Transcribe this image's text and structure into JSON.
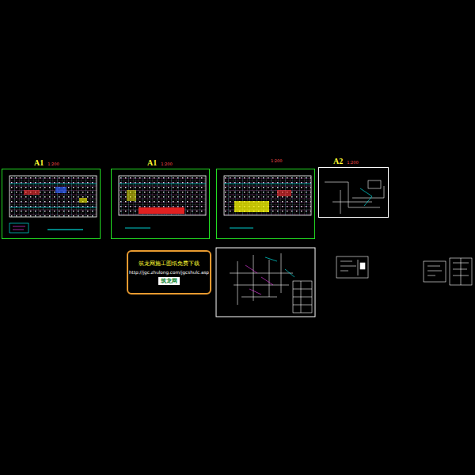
{
  "diagram": {
    "nodes": [
      {
        "text": [
          "A1",
          "1:200"
        ]
      },
      {
        "text": [
          "A1",
          "1:200"
        ]
      },
      {
        "text": [
          "1:200"
        ]
      },
      {
        "text": [
          "A2",
          "1:200"
        ]
      },
      {
        "text": [
          "筑龙网施工图纸免费下载",
          "http://jgc.zhulong.com/jgcshulc.asp",
          "筑龙网"
        ]
      }
    ]
  }
}
